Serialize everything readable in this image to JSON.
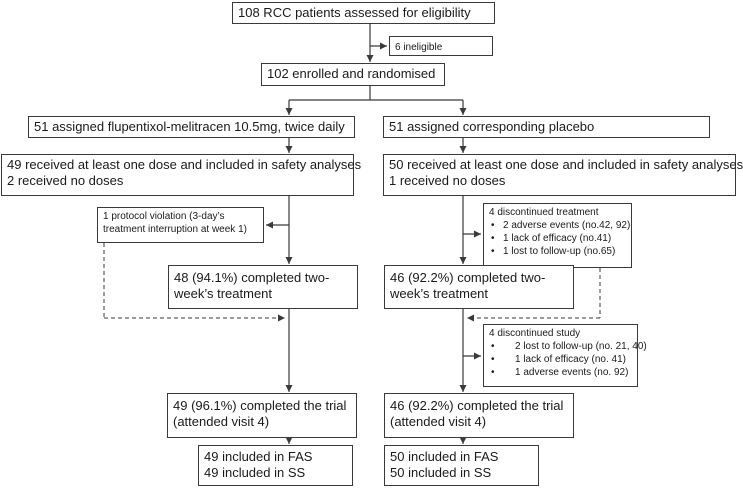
{
  "top": {
    "screened": "108 RCC patients assessed for eligibility",
    "ineligible": "6 ineligible",
    "randomised": "102 enrolled and randomised"
  },
  "left_arm": {
    "assigned": "51 assigned flupentixol-melitracen 10.5mg, twice daily",
    "received_line1": "49 received at least one dose and included in safety analyses",
    "received_line2": "2 received no doses",
    "violation_line1": "1 protocol violation (3-day’s",
    "violation_line2": "treatment interruption at week 1)",
    "completed_two_week_line1": "48 (94.1%) completed two-",
    "completed_two_week_line2": "week’s treatment",
    "completed_trial_line1": "49 (96.1%) completed the trial",
    "completed_trial_line2": "(attended visit 4)",
    "analysis_line1": "49 included in FAS",
    "analysis_line2": "49 included in SS"
  },
  "right_arm": {
    "assigned": "51 assigned corresponding placebo",
    "received_line1": "50 received at least one dose and included in safety analyses",
    "received_line2": "1 received no doses",
    "discontinued_treatment": {
      "title": "4 discontinued treatment",
      "items": [
        "2 adverse events (no.42, 92)",
        "1 lack of efficacy (no.41)",
        "1 lost to follow-up (no.65)"
      ]
    },
    "completed_two_week_line1": "46 (92.2%) completed two-",
    "completed_two_week_line2": "week’s treatment",
    "discontinued_study": {
      "title": "4 discontinued study",
      "items": [
        "2 lost to follow-up (no. 21, 40)",
        "1 lack of efficacy (no. 41)",
        "1 adverse events (no. 92)"
      ]
    },
    "completed_trial_line1": "46 (92.2%) completed the trial",
    "completed_trial_line2": "(attended visit 4)",
    "analysis_line1": "50 included in FAS",
    "analysis_line2": "50 included in SS"
  },
  "colors": {
    "line": "#3a3a3a",
    "text": "#1a1a1a",
    "background": "#ffffff"
  }
}
